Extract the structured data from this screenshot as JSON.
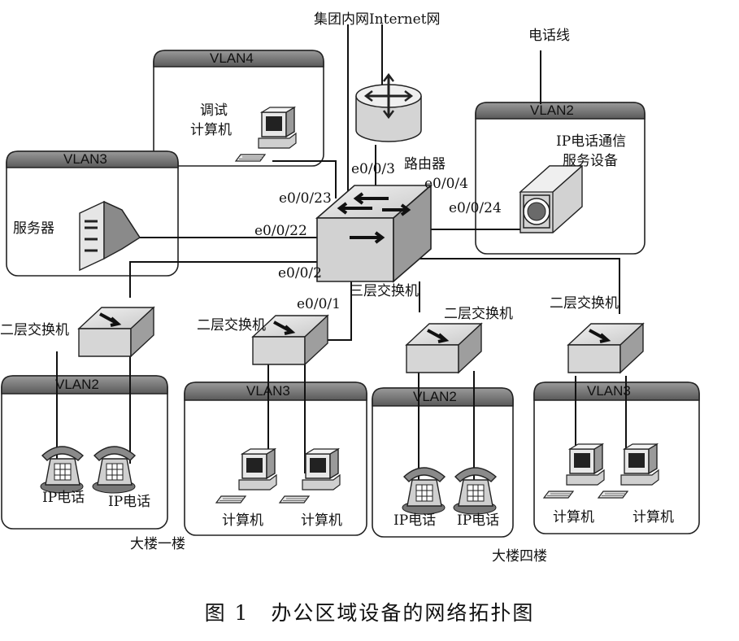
{
  "top_labels": {
    "internet": "集团内网Internet网",
    "phone_line": "电话线"
  },
  "vlans": {
    "v4": "VLAN4",
    "v3_server": "VLAN3",
    "v2_ip": "VLAN2",
    "f1_v2": "VLAN2",
    "f1_v3": "VLAN3",
    "f4_v2": "VLAN2",
    "f4_v3": "VLAN3"
  },
  "devices": {
    "debug_pc": [
      "调试",
      "计算机"
    ],
    "server": "服务器",
    "router": "路由器",
    "ip_server": [
      "IP电话通信",
      "服务设备"
    ],
    "l3_switch": "三层交换机",
    "l2_switch": "二层交换机"
  },
  "ports": {
    "p3": "e0/0/3",
    "p4": "e0/0/4",
    "p23": "e0/0/23",
    "p22": "e0/0/22",
    "p24": "e0/0/24",
    "p2": "e0/0/2",
    "p1": "e0/0/1"
  },
  "endpoints": {
    "ip_phone": "IP电话",
    "computer": "计算机"
  },
  "floors": {
    "first": "大楼一楼",
    "fourth": "大楼四楼"
  },
  "caption": "图 1　办公区域设备的网络拓扑图"
}
